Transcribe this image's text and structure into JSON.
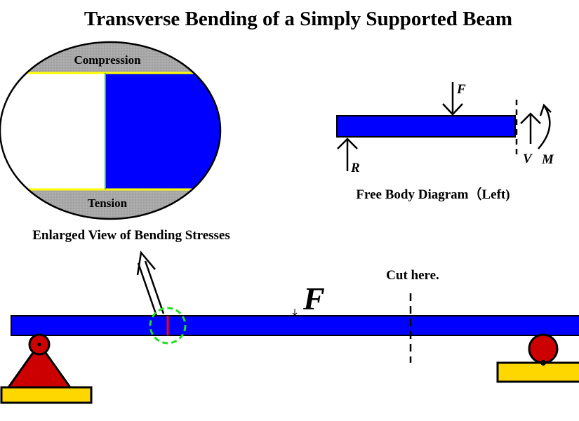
{
  "title": "Transverse Bending of a Simply Supported Beam",
  "enlarged_view": {
    "caption": "Enlarged View of Bending Stresses",
    "top_label": "Compression",
    "bottom_label": "Tension"
  },
  "free_body": {
    "caption": "Free Body Diagram（Left)",
    "force_label": "F",
    "reaction_label": "R",
    "shear_label": "V",
    "moment_label": "M"
  },
  "main_beam": {
    "force_label": "F",
    "cut_label": "Cut here."
  },
  "colors": {
    "beam": "#0000ff",
    "support": "#cc0000",
    "base": "#ffd700",
    "highlight_circle": "#22dd22",
    "section_line": "#ff0000",
    "stress_zone": "#a0a0a0",
    "neutral_line": "#ffff00"
  }
}
